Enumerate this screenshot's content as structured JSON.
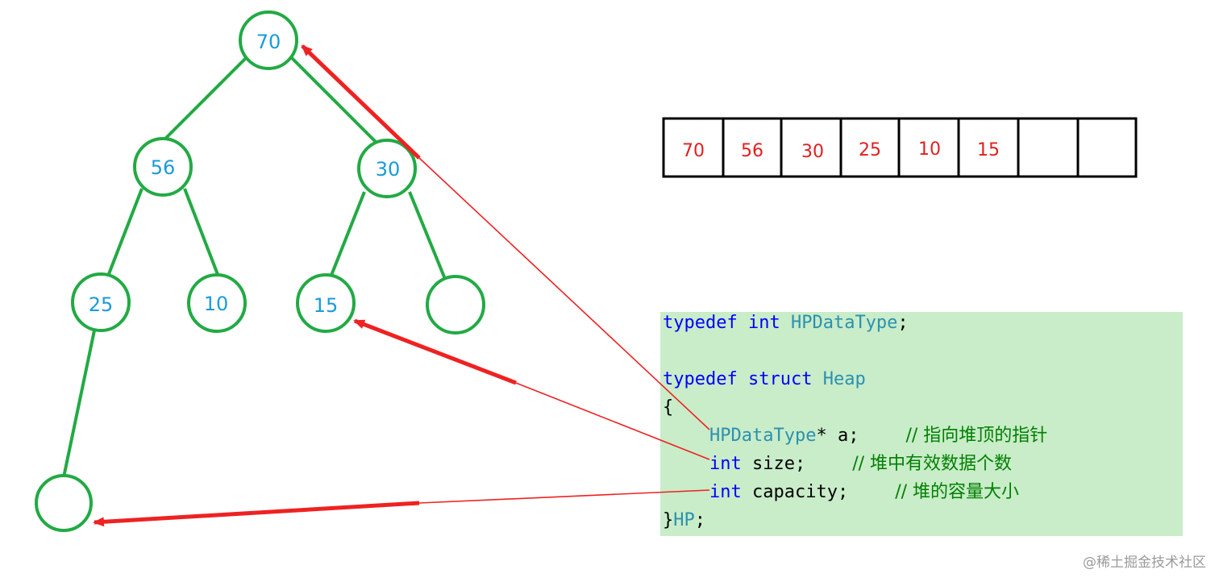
{
  "tree": {
    "nodes": [
      {
        "id": "n0",
        "label": "70"
      },
      {
        "id": "n1",
        "label": "56"
      },
      {
        "id": "n2",
        "label": "30"
      },
      {
        "id": "n3",
        "label": "25"
      },
      {
        "id": "n4",
        "label": "10"
      },
      {
        "id": "n5",
        "label": "15"
      },
      {
        "id": "n6",
        "label": ""
      },
      {
        "id": "n7",
        "label": ""
      }
    ]
  },
  "array": {
    "cells": [
      "70",
      "56",
      "30",
      "25",
      "10",
      "15",
      "",
      ""
    ]
  },
  "code": {
    "line1": {
      "kw": "typedef",
      "kw2": "int",
      "type": "HPDataType",
      "end": ";"
    },
    "line2": {
      "kw": "typedef",
      "kw2": "struct",
      "type": "Heap"
    },
    "line3": {
      "text": "{"
    },
    "line4": {
      "type": "HPDataType",
      "rest": "* a;",
      "comment": "// 指向堆顶的指针"
    },
    "line5": {
      "kw": "int",
      "rest": "size;",
      "comment": "// 堆中有效数据个数"
    },
    "line6": {
      "kw": "int",
      "rest": "capacity;",
      "comment": "// 堆的容量大小"
    },
    "line7": {
      "brace": "}",
      "type": "HP",
      "end": ";"
    }
  },
  "watermark": "@稀土掘金技术社区",
  "colors": {
    "node_stroke": "#22aa44",
    "node_text": "#1a9bd7",
    "array_text": "#e02020",
    "arrow": "#ee2222",
    "code_bg": "#c9ecc9"
  }
}
